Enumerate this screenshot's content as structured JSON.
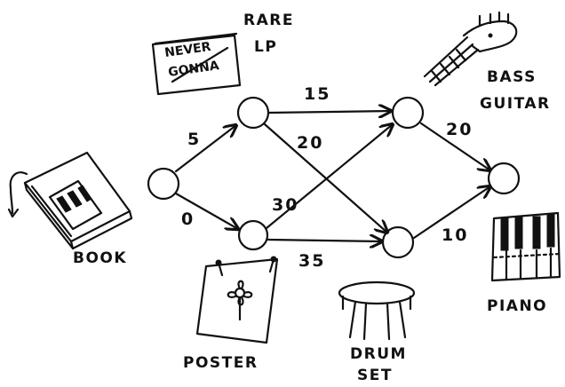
{
  "items": {
    "book": "BOOK",
    "rare_lp": [
      "RARE",
      "LP"
    ],
    "rare_lp_cover": [
      "NEVER",
      "GONNA"
    ],
    "bass_guitar": [
      "BASS",
      "GUITAR"
    ],
    "poster": "POSTER",
    "drum_set": [
      "DRUM",
      "SET"
    ],
    "piano": "PIANO"
  },
  "weights": {
    "book_to_lp": "5",
    "book_to_poster": "0",
    "lp_to_bass": "15",
    "lp_to_drum": "20",
    "poster_to_bass": "30",
    "poster_to_drum": "35",
    "bass_to_piano": "20",
    "drum_to_piano": "10"
  }
}
